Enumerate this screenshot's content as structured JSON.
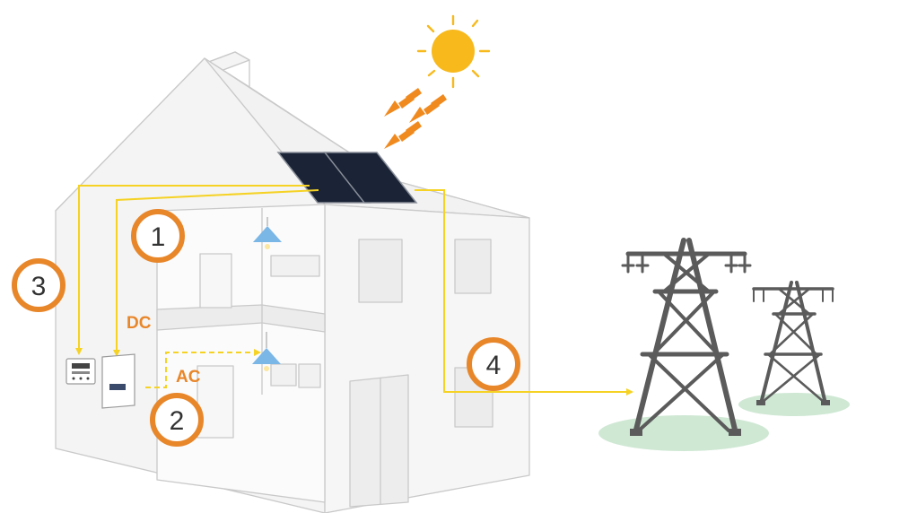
{
  "labels": {
    "dc": "DC",
    "ac": "AC"
  },
  "markers": [
    {
      "number": "1",
      "target": "solar-inverter-dc-input"
    },
    {
      "number": "2",
      "target": "inverter-ac-output"
    },
    {
      "number": "3",
      "target": "electricity-meter"
    },
    {
      "number": "4",
      "target": "grid-connection"
    }
  ],
  "colors": {
    "wire": "#f5d224",
    "marker_ring": "#e8862a",
    "label": "#e8862a",
    "sun": "#f7b91c",
    "ray_arrows": "#f08a1e",
    "lamp": "#7ab6e6",
    "pylon": "#5b5b5b",
    "ground": "#cfe8d4",
    "house_outline": "#c9c9c9"
  },
  "icons": [
    "sun-icon",
    "solar-panel-icon",
    "ceiling-lamp-icon",
    "inverter-icon",
    "meter-icon",
    "pylon-icon"
  ]
}
